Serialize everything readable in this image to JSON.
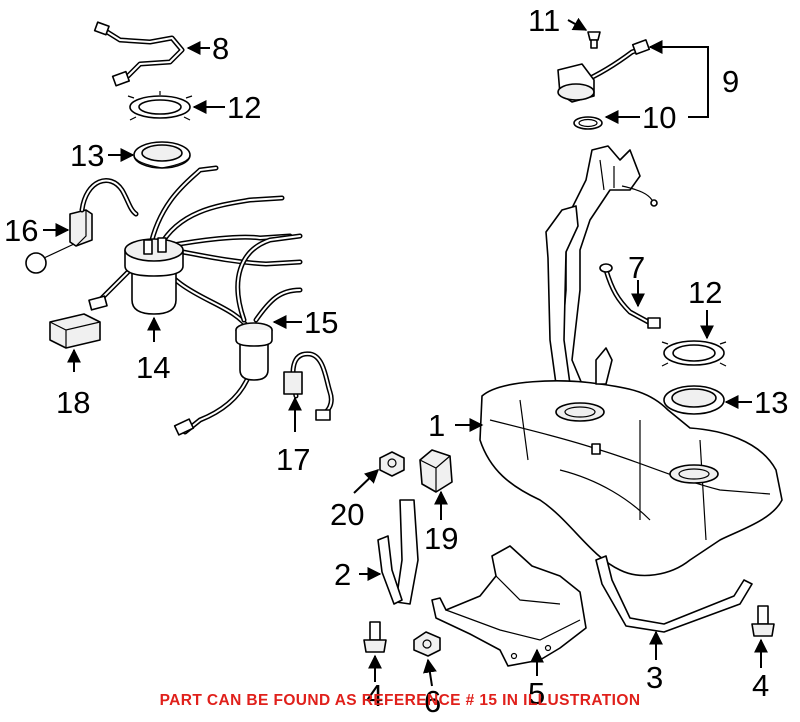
{
  "callouts": [
    {
      "id": "1",
      "label": "1"
    },
    {
      "id": "2",
      "label": "2"
    },
    {
      "id": "3",
      "label": "3"
    },
    {
      "id": "4a",
      "label": "4"
    },
    {
      "id": "4b",
      "label": "4"
    },
    {
      "id": "5",
      "label": "5"
    },
    {
      "id": "6",
      "label": "6"
    },
    {
      "id": "7",
      "label": "7"
    },
    {
      "id": "8",
      "label": "8"
    },
    {
      "id": "9",
      "label": "9"
    },
    {
      "id": "10",
      "label": "10"
    },
    {
      "id": "11",
      "label": "11"
    },
    {
      "id": "12a",
      "label": "12"
    },
    {
      "id": "12b",
      "label": "12"
    },
    {
      "id": "13a",
      "label": "13"
    },
    {
      "id": "13b",
      "label": "13"
    },
    {
      "id": "14",
      "label": "14"
    },
    {
      "id": "15",
      "label": "15"
    },
    {
      "id": "16",
      "label": "16"
    },
    {
      "id": "17",
      "label": "17"
    },
    {
      "id": "18",
      "label": "18"
    },
    {
      "id": "19",
      "label": "19"
    },
    {
      "id": "20",
      "label": "20"
    }
  ],
  "caption": {
    "text": "PART CAN BE FOUND AS REFERENCE # 15 IN ILLUSTRATION",
    "color": "#e0201b"
  }
}
